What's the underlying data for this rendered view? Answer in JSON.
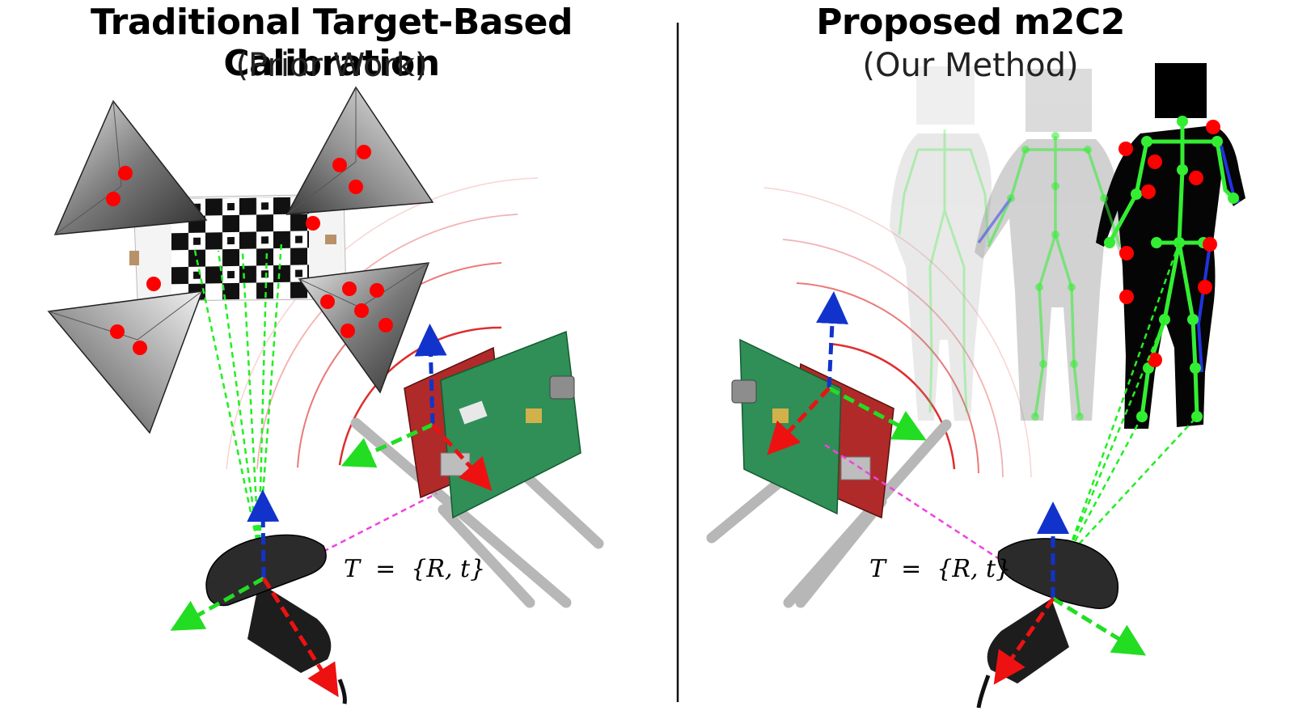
{
  "left_panel": {
    "title": "Traditional Target-Based Calibration",
    "subtitle": "(Prior Work)",
    "formula": "T  =  {R, t}"
  },
  "right_panel": {
    "title": "Proposed m2C2",
    "subtitle": "(Our Method)",
    "formula": "T  =  {R, t}"
  },
  "colors": {
    "keypoint": "#ff0000",
    "projection_line": "#22ee22",
    "transform_line": "#ee44dd",
    "axis_x": "#ee1111",
    "axis_y": "#22dd22",
    "axis_z": "#1133cc",
    "radar_wave": "#dd2222",
    "skeleton": "#33ee33"
  },
  "icons": {
    "camera": "camera-icon",
    "radar": "radar-board-icon",
    "target": "corner-reflector-target-icon",
    "person": "human-silhouette-icon"
  }
}
